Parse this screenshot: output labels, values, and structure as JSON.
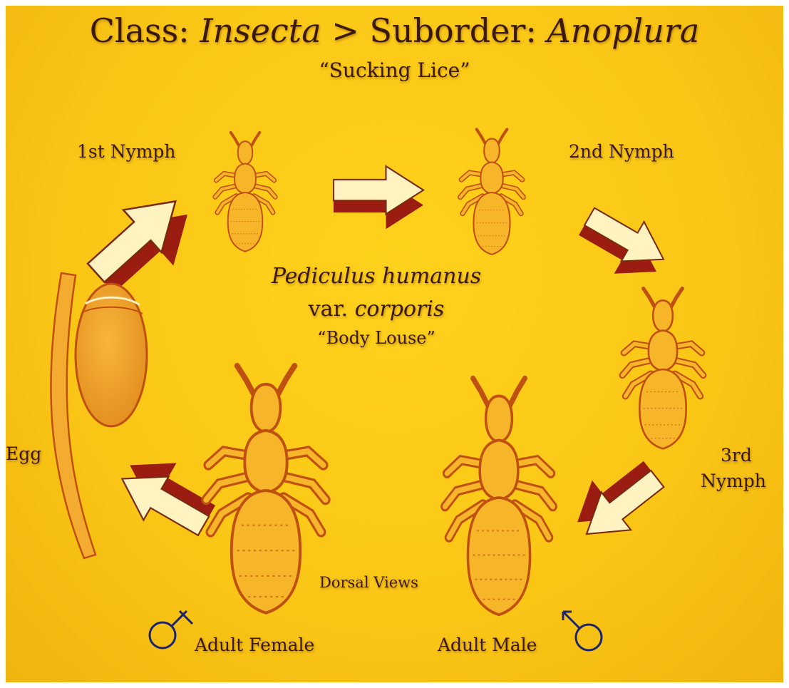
{
  "title": {
    "prefix": "Class: ",
    "class_name": "Insecta",
    "separator": " > Suborder: ",
    "suborder_name": "Anoplura"
  },
  "subtitle": "“Sucking Lice”",
  "center": {
    "species": "Pediculus humanus",
    "var_prefix": "var. ",
    "var_name": "corporis",
    "common_name": "“Body Louse”"
  },
  "stages": {
    "nymph1": "1st Nymph",
    "nymph2": "2nd Nymph",
    "nymph3_line1": "3rd",
    "nymph3_line2": "Nymph",
    "egg": "Egg",
    "adult_female": "Adult Female",
    "adult_male": "Adult Male"
  },
  "view_note": "Dorsal Views",
  "colors": {
    "background": "#fac616",
    "louse_fill": "#f7b52a",
    "louse_outline": "#c0500f",
    "arrow_fill": "#fff3c2",
    "arrow_side": "#9b1c10",
    "text": "#3a1a06",
    "symbol": "#1c2470"
  }
}
